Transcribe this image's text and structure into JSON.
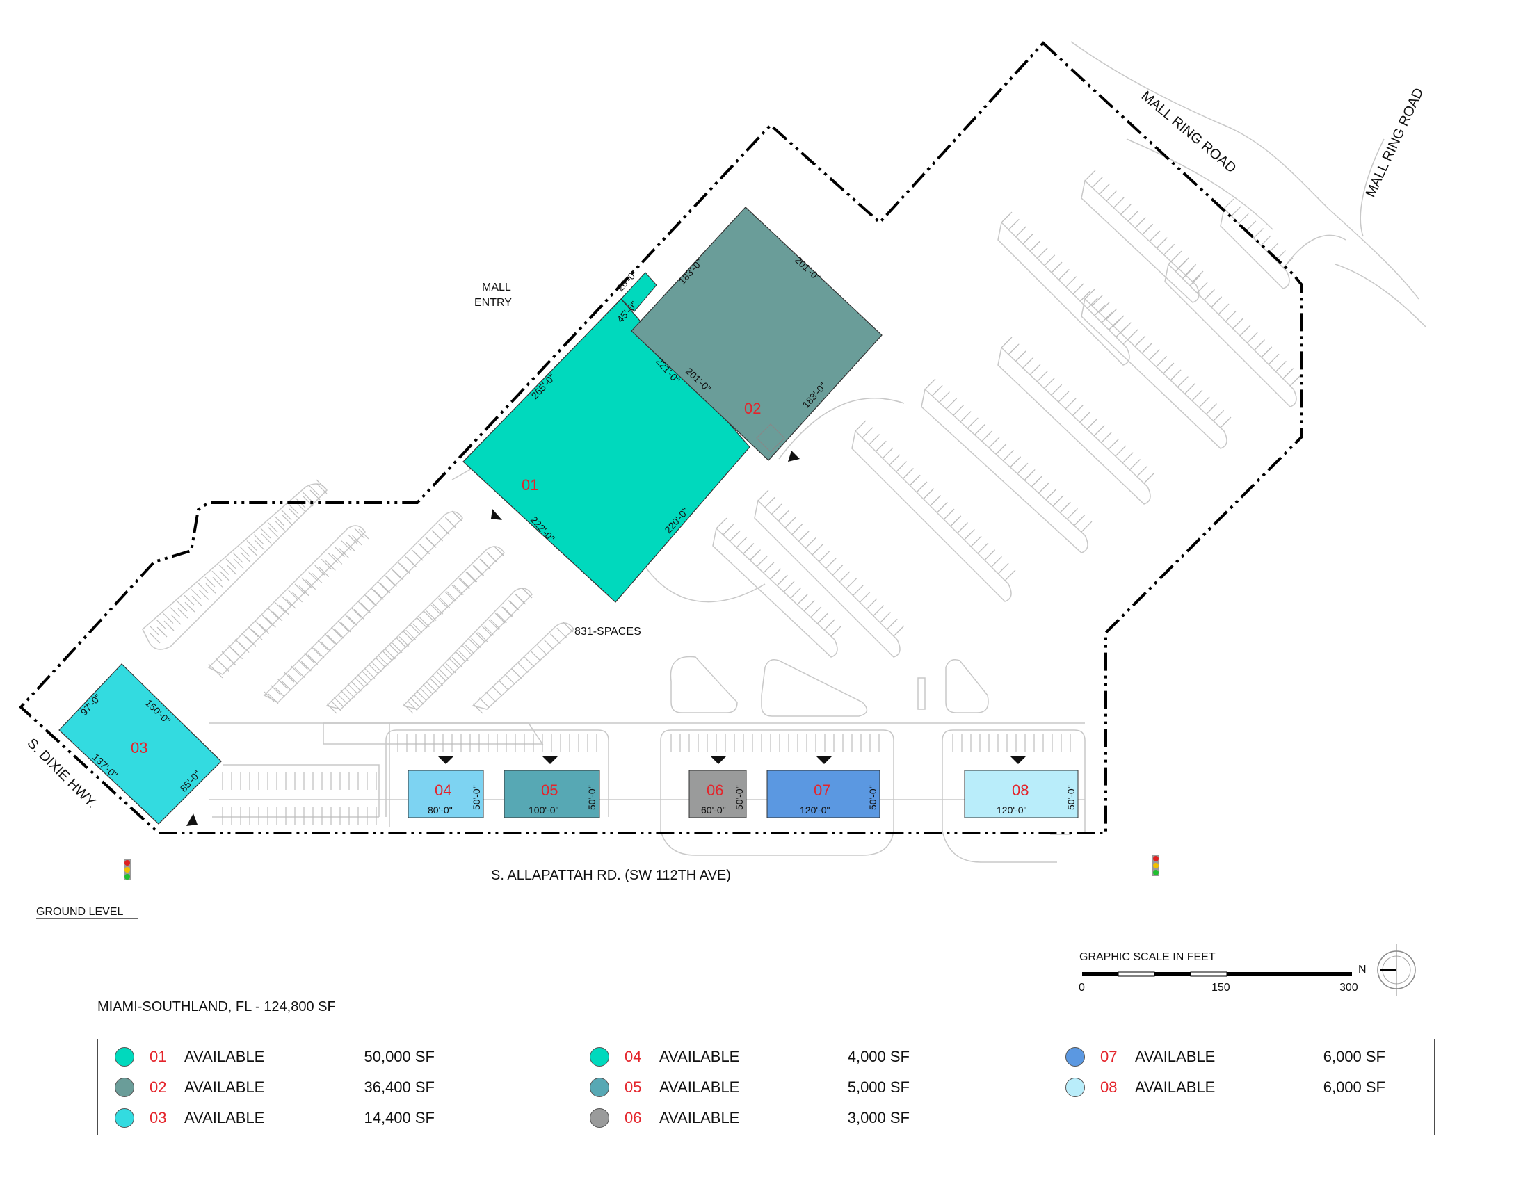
{
  "plan": {
    "mall_entry_line1": "MALL",
    "mall_entry_line2": "ENTRY",
    "spaces_label": "831-SPACES",
    "ground_level": "GROUND LEVEL"
  },
  "streets": {
    "ring_road_1": "MALL RING ROAD",
    "ring_road_2": "MALL RING ROAD",
    "dixie": "S. DIXIE HWY.",
    "allapattah": "S. ALLAPATTAH RD. (SW 112TH AVE)"
  },
  "units": [
    {
      "id": "01",
      "color": "#00d9bd",
      "dims": [
        "265'-0\"",
        "221'-0\"",
        "222'-0\"",
        "220'-0\""
      ]
    },
    {
      "id": "02",
      "color": "#6a9d99",
      "dims": [
        "183'-0\"",
        "201'-0\"",
        "201'-0\"",
        "183'-0\""
      ]
    },
    {
      "id": "03",
      "color": "#33dbe0",
      "dims": [
        "97'-0\"",
        "150'-0\"",
        "137'-0\"",
        "85'-0\""
      ]
    },
    {
      "id": "04",
      "color": "#7dd3f2",
      "dims": [
        "80'-0\"",
        "50'-0\""
      ]
    },
    {
      "id": "05",
      "color": "#57a8b4",
      "dims": [
        "100'-0\"",
        "50'-0\""
      ]
    },
    {
      "id": "06",
      "color": "#9a9b9b",
      "dims": [
        "60'-0\"",
        "50'-0\""
      ]
    },
    {
      "id": "07",
      "color": "#5b98e1",
      "dims": [
        "120'-0\"",
        "50'-0\""
      ]
    },
    {
      "id": "08",
      "color": "#b9edfa",
      "dims": [
        "120'-0\"",
        "50'-0\""
      ]
    }
  ],
  "entry_dims": [
    "26'-0\"",
    "45'-0\""
  ],
  "scale": {
    "title": "GRAPHIC SCALE IN FEET",
    "ticks": [
      "0",
      "150",
      "300"
    ],
    "north": "N"
  },
  "legend": {
    "title": "MIAMI-SOUTHLAND, FL - 124,800 SF",
    "items": [
      {
        "num": "01",
        "status": "AVAILABLE",
        "area": "50,000 SF",
        "color": "#00d9bd"
      },
      {
        "num": "02",
        "status": "AVAILABLE",
        "area": "36,400 SF",
        "color": "#6a9d99"
      },
      {
        "num": "03",
        "status": "AVAILABLE",
        "area": "14,400 SF",
        "color": "#33dbe0"
      },
      {
        "num": "04",
        "status": "AVAILABLE",
        "area": "4,000 SF",
        "color": "#00d9bd"
      },
      {
        "num": "05",
        "status": "AVAILABLE",
        "area": "5,000 SF",
        "color": "#57a8b4"
      },
      {
        "num": "06",
        "status": "AVAILABLE",
        "area": "3,000 SF",
        "color": "#9a9b9b"
      },
      {
        "num": "07",
        "status": "AVAILABLE",
        "area": "6,000 SF",
        "color": "#5b98e1"
      },
      {
        "num": "08",
        "status": "AVAILABLE",
        "area": "6,000 SF",
        "color": "#b9edfa"
      }
    ]
  }
}
